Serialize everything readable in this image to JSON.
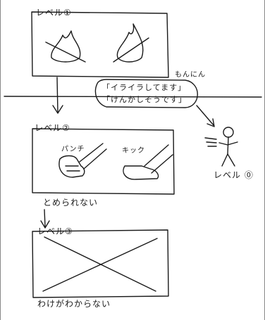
{
  "levels": {
    "level1": "レベル①",
    "level2": "レベル②",
    "level3": "レベル③",
    "level0": "レベル ⓪"
  },
  "level2_panels": {
    "punch": "パンチ",
    "kick": "キック"
  },
  "arrow_texts": {
    "cannot_stop": "とめられない"
  },
  "speech": {
    "speaker": "もんにん",
    "line1": "「イライラしてます」",
    "line2": "「けんかしそうです」"
  },
  "level3_caption": "わけがわからない"
}
